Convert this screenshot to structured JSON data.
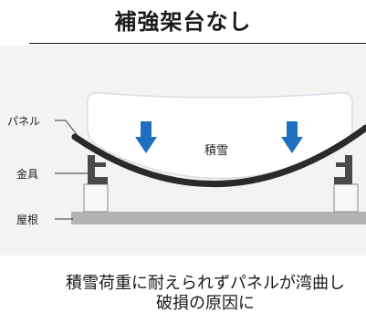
{
  "title": "補強架台なし",
  "labels": {
    "panel": "パネル",
    "bracket": "金具",
    "roof": "屋根",
    "snow": "積雪"
  },
  "caption": {
    "line1": "積雪荷重に耐えられずパネルが湾曲し",
    "line2": "破損の原因に"
  },
  "colors": {
    "background_band": "#f3f3f3",
    "snow_fill": "#ffffff",
    "snow_outline": "#d6dde8",
    "arrow": "#1f6fc1",
    "panel": "#2a2a2a",
    "bracket": "#4a4a4a",
    "roof": "#b3b3b3",
    "post": "#f7f7f7"
  },
  "icons": {
    "load_arrow": "arrow-down-icon"
  }
}
